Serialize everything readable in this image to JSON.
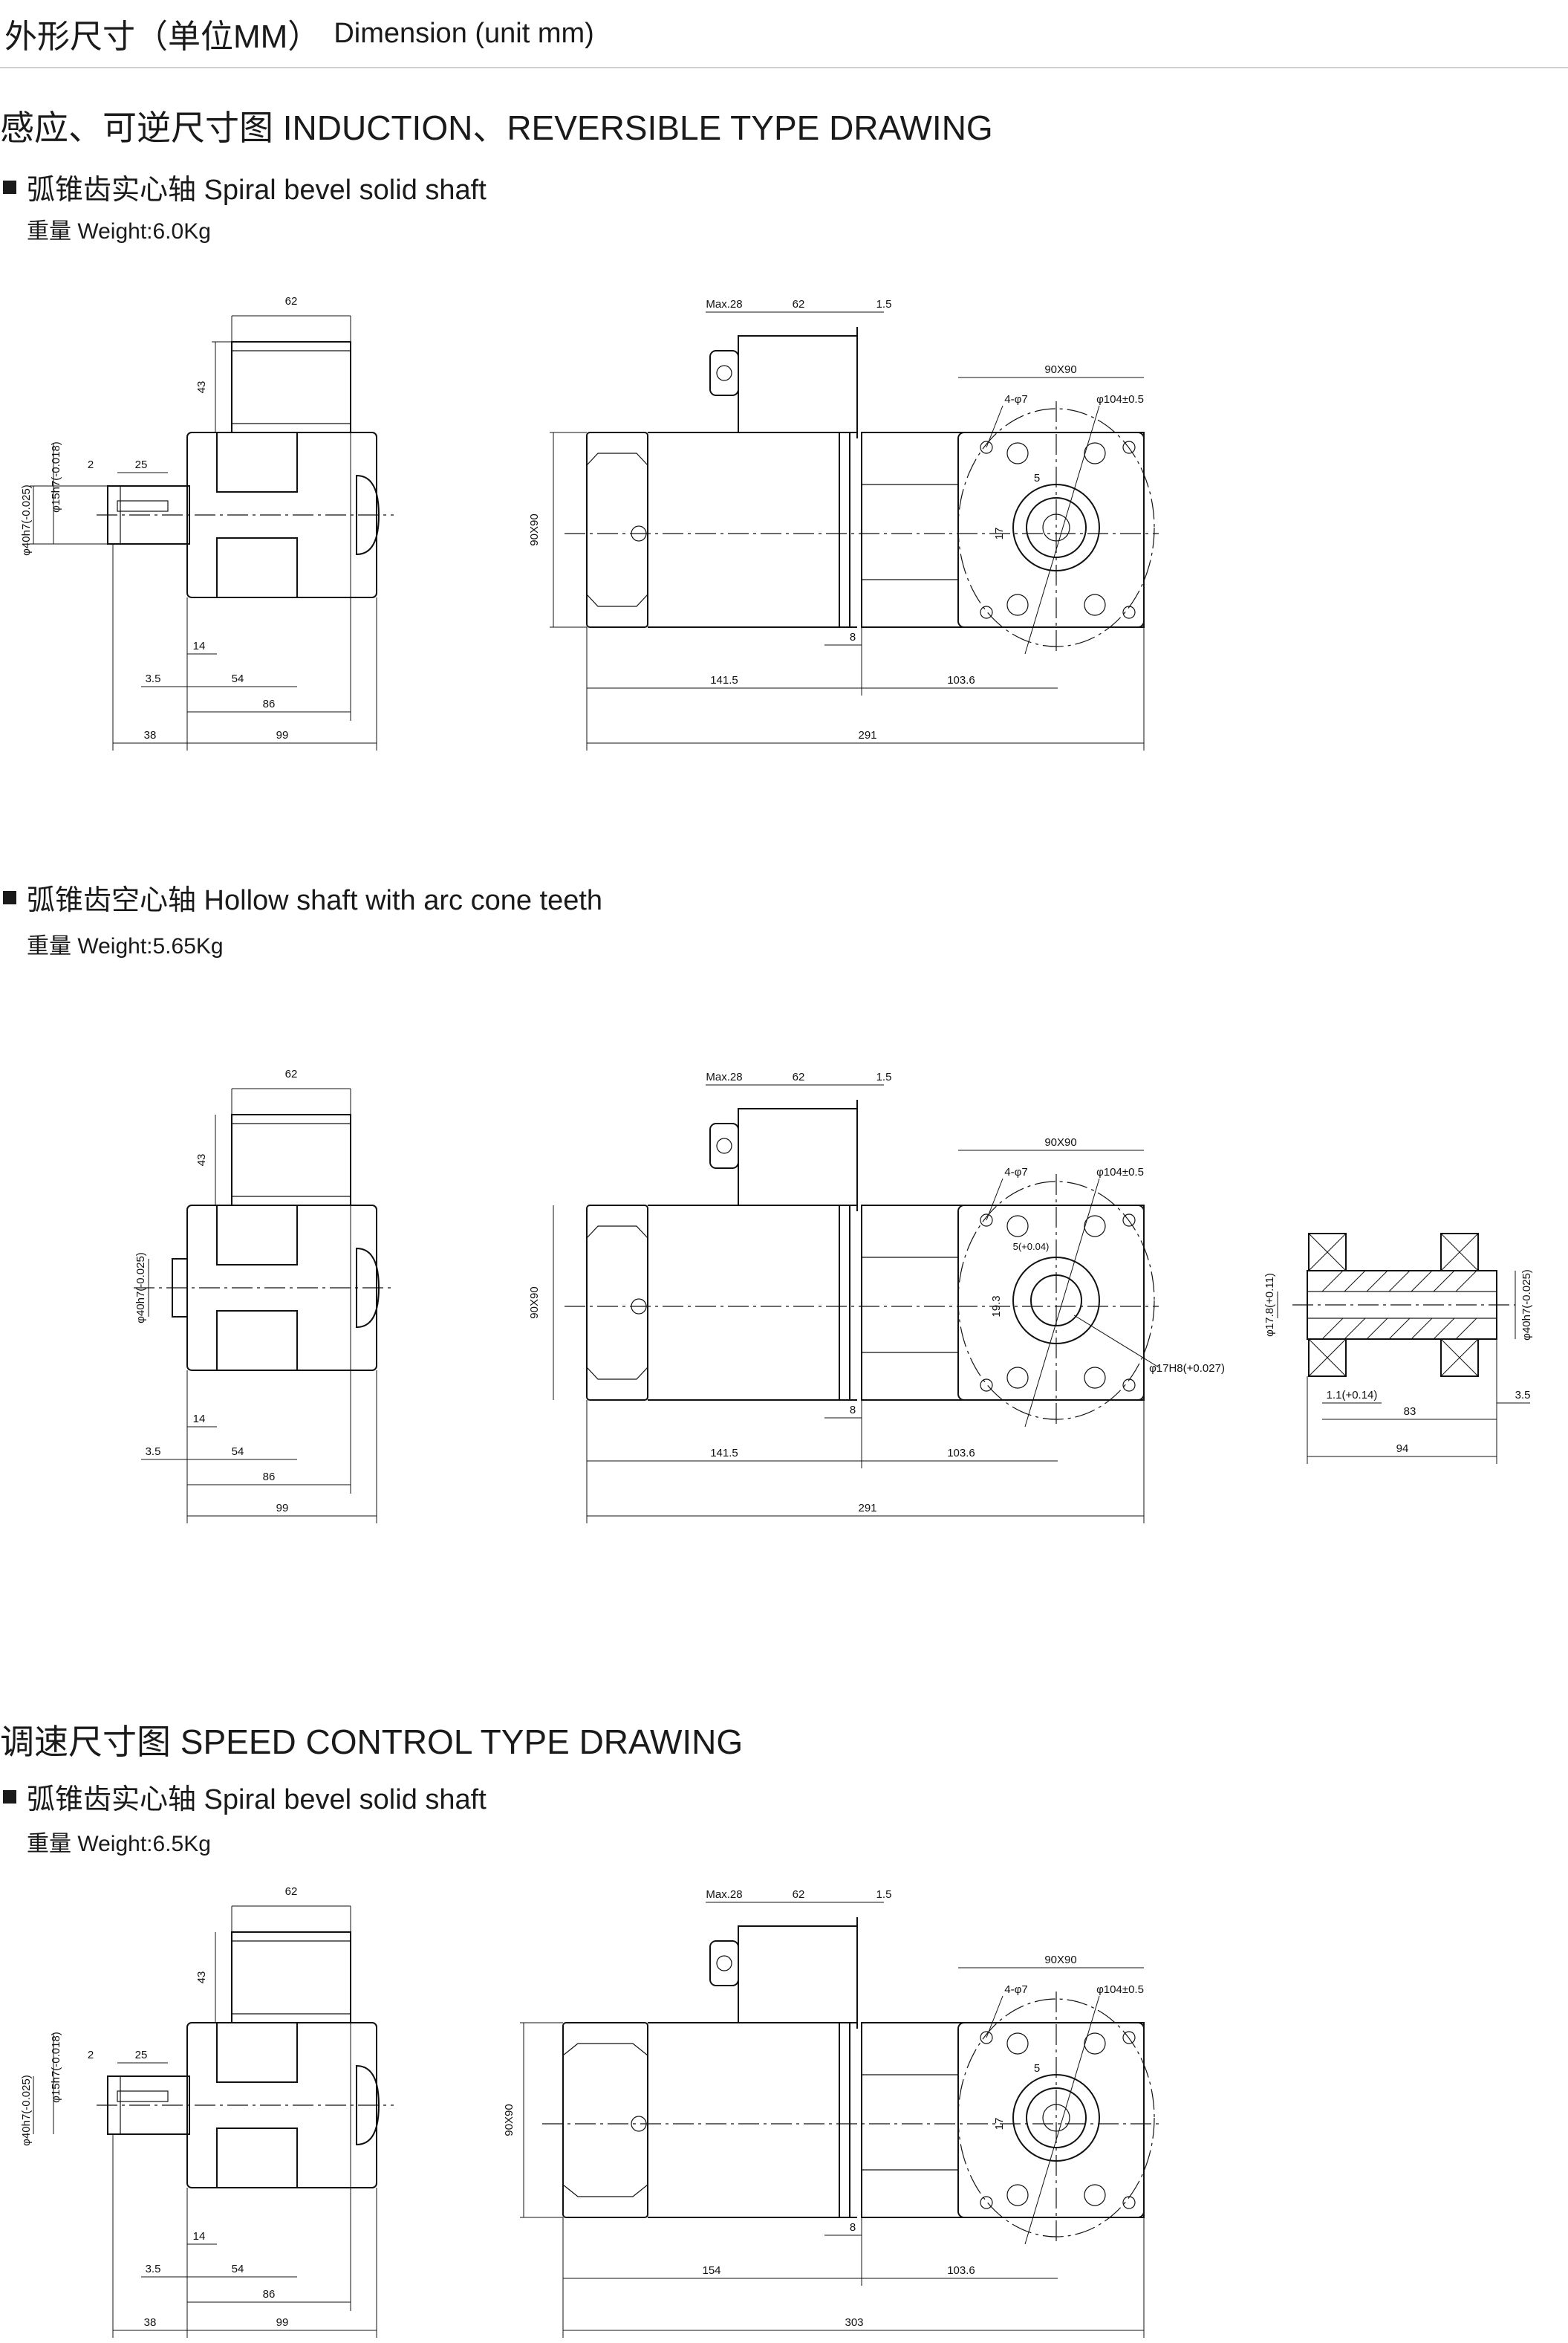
{
  "header": {
    "title_zh": "外形尺寸（单位MM）",
    "title_en": "Dimension (unit mm)"
  },
  "sections": [
    {
      "title": "感应、可逆尺寸图 INDUCTION、REVERSIBLE TYPE DRAWING",
      "subsections": [
        {
          "title": "弧锥齿实心轴 Spiral bevel solid shaft",
          "weight": "重量 Weight:6.0Kg",
          "dims": {
            "top_w": "62",
            "h43": "43",
            "d40": "φ40h7(-0.025)",
            "d15": "φ15h7(-0.018)",
            "key2": "2",
            "shaft25": "25",
            "d14": "14",
            "d35": "3.5",
            "d54": "54",
            "d86": "86",
            "d38": "38",
            "d99": "99",
            "max28": "Max.28",
            "top62": "62",
            "d15b": "1.5",
            "sq90": "90X90",
            "holes": "4-φ7",
            "pcd": "φ104±0.5",
            "key5": "5",
            "key17": "17",
            "side90": "90X90",
            "d8": "8",
            "len1": "141.5",
            "len2": "103.6",
            "total": "291"
          }
        },
        {
          "title": "弧锥齿空心轴 Hollow shaft with arc cone teeth",
          "weight": "重量 Weight:5.65Kg",
          "dims": {
            "top_w": "62",
            "h43": "43",
            "d40": "φ40h7(-0.025)",
            "d14": "14",
            "d35": "3.5",
            "d54": "54",
            "d86": "86",
            "d99": "99",
            "max28": "Max.28",
            "top62": "62",
            "d15b": "1.5",
            "sq90": "90X90",
            "holes": "4-φ7",
            "pcd": "φ104±0.5",
            "key5": "5(+0.04)",
            "key19": "19.3",
            "bore": "φ17H8(+0.027)",
            "side90": "90X90",
            "d8": "8",
            "len1": "141.5",
            "len2": "103.6",
            "total": "291",
            "s_d178": "φ17.8(+0.11)",
            "s_d40": "φ40h7(-0.025)",
            "s_11": "1.1(+0.14)",
            "s_83": "83",
            "s_35": "3.5",
            "s_94": "94"
          }
        }
      ]
    },
    {
      "title": "调速尺寸图 SPEED CONTROL TYPE DRAWING",
      "subsections": [
        {
          "title": "弧锥齿实心轴 Spiral bevel solid shaft",
          "weight": "重量 Weight:6.5Kg",
          "dims": {
            "top_w": "62",
            "h43": "43",
            "d40": "φ40h7(-0.025)",
            "d15": "φ15h7(-0.018)",
            "key2": "2",
            "shaft25": "25",
            "d14": "14",
            "d35": "3.5",
            "d54": "54",
            "d86": "86",
            "d38": "38",
            "d99": "99",
            "max28": "Max.28",
            "top62": "62",
            "d15b": "1.5",
            "sq90": "90X90",
            "holes": "4-φ7",
            "pcd": "φ104±0.5",
            "key5": "5",
            "key17": "17",
            "side90": "90X90",
            "d8": "8",
            "len1": "154",
            "len2": "103.6",
            "total": "303"
          }
        }
      ]
    }
  ]
}
